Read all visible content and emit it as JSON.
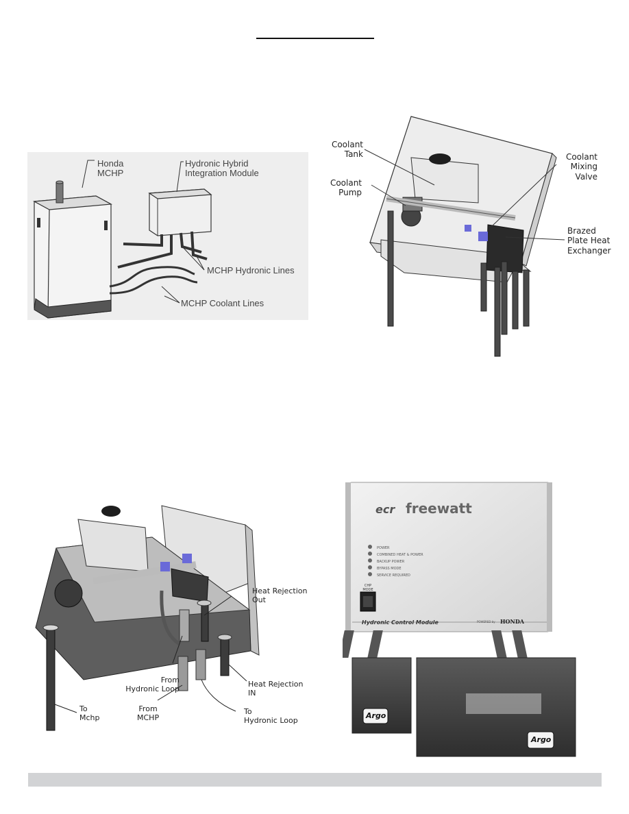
{
  "figure_tl": {
    "labels": {
      "honda_mchp": "Honda\nMCHP",
      "integration_module": "Hydronic Hybrid\nIntegration Module",
      "hydronic_lines": "MCHP Hydronic Lines",
      "coolant_lines": "MCHP Coolant Lines"
    }
  },
  "figure_tr": {
    "labels": {
      "coolant_tank": "Coolant\nTank",
      "coolant_pump": "Coolant\nPump",
      "mixing_valve": "Coolant\nMixing\nValve",
      "heat_exchanger": "Brazed\nPlate Heat\nExchanger"
    }
  },
  "figure_bl": {
    "labels": {
      "heat_rejection_out": "Heat Rejection\nOut",
      "from_hydronic_loop": "From\nHydronic Loop",
      "heat_rejection_in": "Heat Rejection\nIN",
      "to_mchp": "To\nMchp",
      "from_mchp": "From\nMCHP",
      "to_hydronic_loop": "To\nHydronic Loop"
    }
  },
  "figure_br": {
    "brand_ecr": "ecr",
    "brand_freewatt": "freewatt",
    "indicators": [
      "POWER",
      "COMBINED HEAT & POWER",
      "BACKUP POWER",
      "BYPASS MODE",
      "SERVICE REQUIRED"
    ],
    "switch_label": "CHP\nMODE",
    "module_name": "Hydronic Control Module",
    "powered_by": "POWERED by",
    "honda": "HONDA",
    "argo": "Argo"
  }
}
